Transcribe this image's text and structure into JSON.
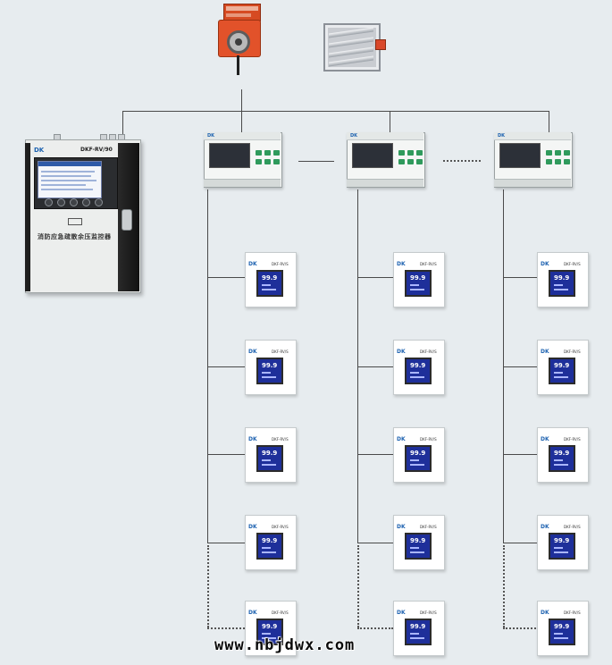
{
  "diagram": {
    "actuator": {
      "name": "damper-actuator"
    },
    "damper": {
      "name": "air-damper"
    },
    "cabinet": {
      "brand": "DK",
      "model": "DKF-RV/90",
      "title": "消防应急疏散余压监控器"
    },
    "controllers": [
      {
        "brand": "DK"
      },
      {
        "brand": "DK"
      },
      {
        "brand": "DK"
      }
    ],
    "sensor": {
      "brand": "DK",
      "model": "DKF-RV/S",
      "reading": "99.9"
    },
    "watermark": "www.nbjdwx.com"
  }
}
